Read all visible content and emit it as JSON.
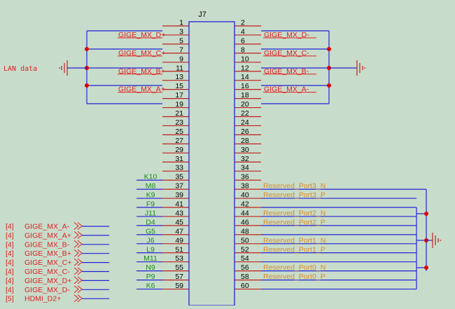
{
  "colors": {
    "background": "#c8dccb",
    "box": "#2323d6",
    "net_label": "#e02020",
    "reserved_label": "#e08a20",
    "ball_label": "#1a8a1a",
    "pin_line": "#c02020",
    "junction": "#e00000",
    "text": "#000000"
  },
  "component": {
    "refdes": "J7",
    "left_pins": [
      "1",
      "3",
      "5",
      "7",
      "9",
      "11",
      "13",
      "15",
      "17",
      "19",
      "21",
      "23",
      "25",
      "27",
      "29",
      "31",
      "33",
      "35",
      "37",
      "39",
      "41",
      "43",
      "45",
      "47",
      "49",
      "51",
      "53",
      "55",
      "57",
      "59"
    ],
    "right_pins": [
      "2",
      "4",
      "6",
      "8",
      "10",
      "12",
      "14",
      "16",
      "18",
      "20",
      "22",
      "24",
      "26",
      "28",
      "30",
      "32",
      "34",
      "36",
      "38",
      "40",
      "42",
      "44",
      "46",
      "48",
      "50",
      "52",
      "54",
      "56",
      "58",
      "60"
    ]
  },
  "lan": {
    "label": "LAN data",
    "left_nets": [
      {
        "pin": "3",
        "name": "GIGE_MX_D+"
      },
      {
        "pin": "7",
        "name": "GIGE_MX_C+"
      },
      {
        "pin": "11",
        "name": "GIGE_MX_B+"
      },
      {
        "pin": "15",
        "name": "GIGE_MX_A+"
      }
    ],
    "right_nets": [
      {
        "pin": "4",
        "name": "GIGE_MX_D-"
      },
      {
        "pin": "8",
        "name": "GIGE_MX_C-"
      },
      {
        "pin": "12",
        "name": "GIGE_MX_B-"
      },
      {
        "pin": "16",
        "name": "GIGE_MX_A-"
      }
    ]
  },
  "balls": [
    {
      "pin": "35",
      "ball": "K10"
    },
    {
      "pin": "37",
      "ball": "M8"
    },
    {
      "pin": "39",
      "ball": "K9"
    },
    {
      "pin": "41",
      "ball": "F9"
    },
    {
      "pin": "43",
      "ball": "J11"
    },
    {
      "pin": "45",
      "ball": "D4"
    },
    {
      "pin": "47",
      "ball": "G5"
    },
    {
      "pin": "49",
      "ball": "J6"
    },
    {
      "pin": "51",
      "ball": "L9"
    },
    {
      "pin": "53",
      "ball": "M11"
    },
    {
      "pin": "55",
      "ball": "N9"
    },
    {
      "pin": "57",
      "ball": "P9"
    },
    {
      "pin": "59",
      "ball": "K6"
    }
  ],
  "reserved": [
    {
      "pin": "38",
      "name": "Reserved_Port3_N"
    },
    {
      "pin": "40",
      "name": "Reserved_Port3_P"
    },
    {
      "pin": "44",
      "name": "Reserved_Port2_N"
    },
    {
      "pin": "46",
      "name": "Reserved_Port2_P"
    },
    {
      "pin": "50",
      "name": "Reserved_Port1_N"
    },
    {
      "pin": "52",
      "name": "Reserved_Port1_P"
    },
    {
      "pin": "56",
      "name": "Reserved_Port0_N"
    },
    {
      "pin": "58",
      "name": "Reserved_Port0_P"
    }
  ],
  "offpage": [
    {
      "ref": "[4]",
      "net": "GIGE_MX_A-"
    },
    {
      "ref": "[4]",
      "net": "GIGE_MX_A+"
    },
    {
      "ref": "[4]",
      "net": "GIGE_MX_B-"
    },
    {
      "ref": "[4]",
      "net": "GIGE_MX_B+"
    },
    {
      "ref": "[4]",
      "net": "GIGE_MX_C+"
    },
    {
      "ref": "[4]",
      "net": "GIGE_MX_C-"
    },
    {
      "ref": "[4]",
      "net": "GIGE_MX_D+"
    },
    {
      "ref": "[4]",
      "net": "GIGE_MX_D-"
    },
    {
      "ref": "[5]",
      "net": "HDMI_D2+"
    }
  ]
}
